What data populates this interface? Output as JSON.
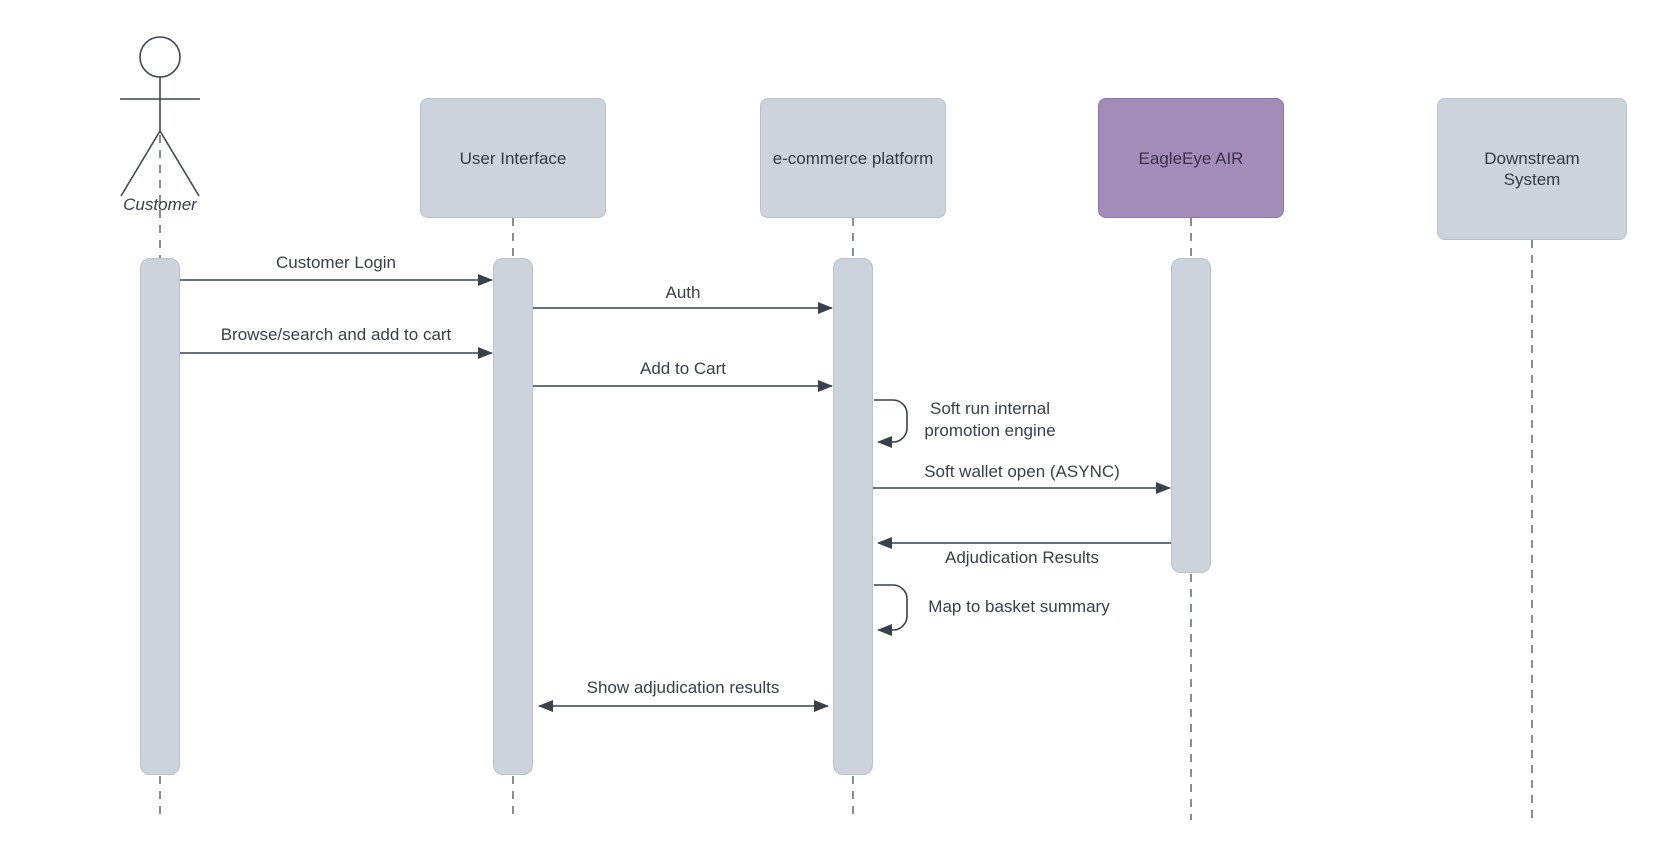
{
  "diagram": {
    "type": "uml-sequence-diagram",
    "actor": {
      "label": "Customer"
    },
    "participants": [
      {
        "label": "User Interface",
        "fill": "#CDD3DC"
      },
      {
        "label": "e-commerce platform",
        "fill": "#CDD3DC"
      },
      {
        "label": "EagleEye AIR",
        "fill": "#A48CB8"
      },
      {
        "label": "Downstream System",
        "fill": "#CDD3DC"
      }
    ],
    "messages": [
      {
        "label": "Customer Login",
        "from": "Customer",
        "to": "User Interface",
        "kind": "arrow"
      },
      {
        "label": "Auth",
        "from": "User Interface",
        "to": "e-commerce platform",
        "kind": "arrow"
      },
      {
        "label": "Browse/search and add to cart",
        "from": "Customer",
        "to": "User Interface",
        "kind": "arrow"
      },
      {
        "label": "Add to Cart",
        "from": "User Interface",
        "to": "e-commerce platform",
        "kind": "arrow"
      },
      {
        "label": "Soft run internal promotion engine",
        "from": "e-commerce platform",
        "to": "e-commerce platform",
        "kind": "self-loop"
      },
      {
        "label": "Soft wallet open (ASYNC)",
        "from": "e-commerce platform",
        "to": "EagleEye AIR",
        "kind": "arrow"
      },
      {
        "label": "Adjudication Results",
        "from": "EagleEye AIR",
        "to": "e-commerce platform",
        "kind": "arrow"
      },
      {
        "label": "Map to basket summary",
        "from": "e-commerce platform",
        "to": "e-commerce platform",
        "kind": "self-loop"
      },
      {
        "label": "Show adjudication results",
        "from": "e-commerce platform",
        "to": "User Interface",
        "kind": "bidirectional-arrow"
      }
    ],
    "colors": {
      "participant_fill": "#CDD3DC",
      "participant_border": "#B9C0CB",
      "highlight_fill": "#A48CB8",
      "highlight_border": "#8E76A4",
      "line": "#3A414B",
      "text": "#383E48"
    }
  }
}
